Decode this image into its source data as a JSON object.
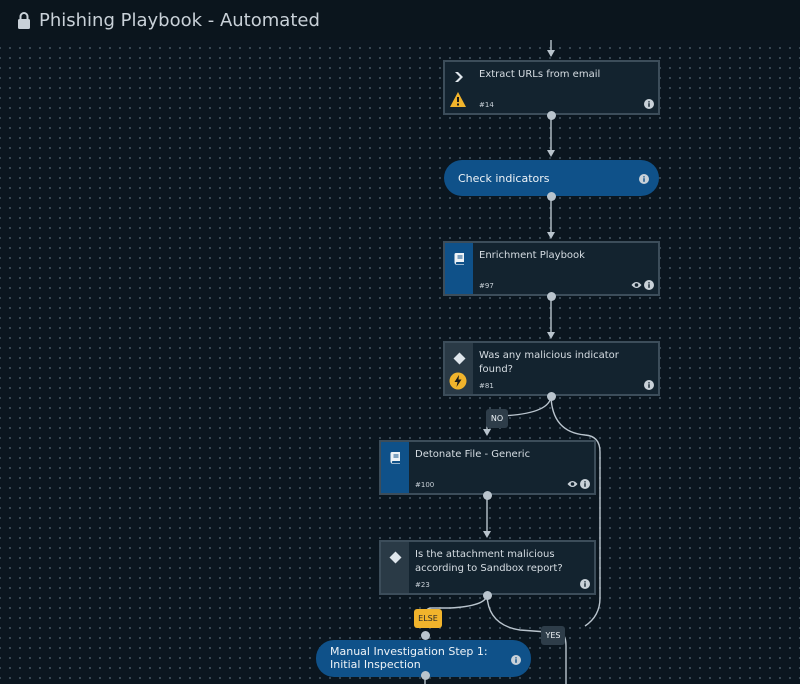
{
  "header": {
    "title": "Phishing Playbook - Automated",
    "icon": "lock-icon"
  },
  "tasks": {
    "extract_urls": {
      "name": "Extract URLs from email",
      "number": "#14"
    },
    "check_indicators": {
      "name": "Check indicators"
    },
    "enrichment": {
      "name": "Enrichment Playbook",
      "number": "#97"
    },
    "malicious_found": {
      "name": "Was any malicious indicator found?",
      "number": "#81"
    },
    "detonate": {
      "name": "Detonate File - Generic",
      "number": "#100"
    },
    "attachment_malicious": {
      "name": "Is the attachment malicious according to Sandbox report?",
      "number": "#23"
    },
    "manual_investigation": {
      "name_line1": "Manual Investigation Step 1:",
      "name_line2": "Initial Inspection"
    }
  },
  "branches": {
    "no": "NO",
    "yes": "YES",
    "else": "ELSE"
  },
  "colors": {
    "background": "#0b161f",
    "task_bg": "#13232f",
    "playbook_accent": "#0f5189",
    "warning": "#f1b42c",
    "wire": "#b9c4cd"
  }
}
